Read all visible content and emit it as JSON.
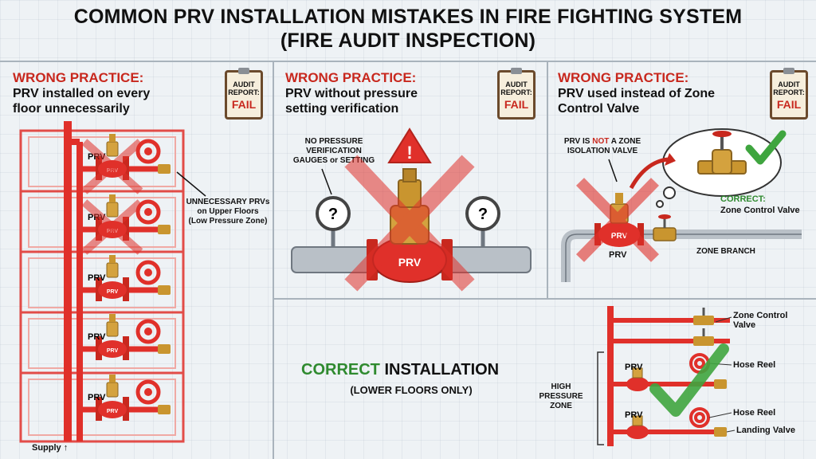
{
  "title": {
    "line1": "COMMON PRV INSTALLATION MISTAKES IN FIRE FIGHTING SYSTEM",
    "line2": "(FIRE AUDIT INSPECTION)"
  },
  "panel1": {
    "heading": "WRONG PRACTICE:",
    "desc1": "PRV installed on every",
    "desc2": "floor unnecessarily",
    "audit_line1": "AUDIT",
    "audit_line2": "REPORT:",
    "audit_result": "FAIL",
    "note_line1": "UNNECESSARY PRVs",
    "note_line2": "on Upper Floors",
    "note_line3": "(Low Pressure Zone)",
    "prv_label": "PRV",
    "supply_label": "Supply ↑"
  },
  "panel2": {
    "heading": "WRONG PRACTICE:",
    "desc1": "PRV without pressure",
    "desc2": "setting verification",
    "audit_line1": "AUDIT",
    "audit_line2": "REPORT:",
    "audit_result": "FAIL",
    "note_line1": "NO PRESSURE",
    "note_line2": "VERIFICATION",
    "note_line3": "GAUGES or SETTING",
    "gauge_mark": "?",
    "valve_label": "PRV",
    "warning_mark": "!"
  },
  "panel3": {
    "heading": "WRONG PRACTICE:",
    "desc1": "PRV used instead of Zone",
    "desc2": "Control Valve",
    "audit_line1": "AUDIT",
    "audit_line2": "REPORT:",
    "audit_result": "FAIL",
    "note_line1a": "PRV IS ",
    "note_line1b": "NOT",
    "note_line1c": " A ZONE",
    "note_line2": "ISOLATION VALVE",
    "valve_label": "PRV",
    "below_label": "PRV",
    "correct_label": "CORRECT:",
    "correct_value": "Zone Control Valve",
    "branch_label": "ZONE BRANCH"
  },
  "panel4": {
    "heading_green": "CORRECT",
    "heading_rest": " INSTALLATION",
    "sub": "(LOWER FLOORS ONLY)",
    "zone_line1": "HIGH",
    "zone_line2": "PRESSURE",
    "zone_line3": "ZONE",
    "zcv_line1": "Zone Control",
    "zcv_line2": "Valve",
    "hose_reel_1": "Hose Reel",
    "hose_reel_2": "Hose Reel",
    "landing_valve": "Landing Valve",
    "prv_label": "PRV"
  },
  "colors": {
    "pipe_red": "#e0302a",
    "wrong_red": "#c8281e",
    "correct_green": "#2f8a2f",
    "brass": "#c9952f"
  }
}
